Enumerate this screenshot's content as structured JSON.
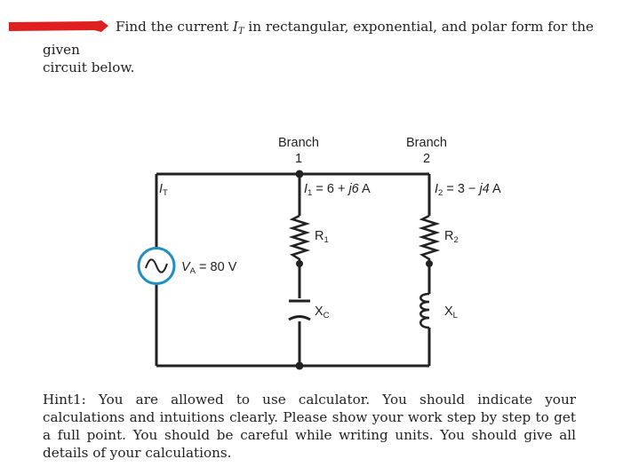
{
  "problem": {
    "text_before": "Find the current ",
    "current_symbol": "I",
    "current_sub": "T",
    "text_after": " in rectangular, exponential, and polar form for the given",
    "line2": "circuit below."
  },
  "circuit": {
    "branch1": {
      "title": "Branch",
      "number": "1"
    },
    "branch2": {
      "title": "Branch",
      "number": "2"
    },
    "it_label": {
      "symbol": "I",
      "sub": "T"
    },
    "i1_label": {
      "symbol": "I",
      "sub": "1",
      "expr": " = 6 + ",
      "imag": "j6",
      "unit": " A"
    },
    "i2_label": {
      "symbol": "I",
      "sub": "2",
      "expr": " = 3 − ",
      "imag": "j4",
      "unit": " A"
    },
    "source_label": {
      "symbol": "V",
      "sub": "A",
      "value": " = 80 V"
    },
    "r1_label": {
      "symbol": "R",
      "sub": "1"
    },
    "xc_label": {
      "symbol": "X",
      "sub": "C"
    },
    "r2_label": {
      "symbol": "R",
      "sub": "2"
    },
    "xl_label": {
      "symbol": "X",
      "sub": "L"
    },
    "colors": {
      "wire": "#222222",
      "source_ring": "#1f8fc1"
    },
    "icons": {
      "source": "ac-source-icon",
      "resistor": "resistor-icon",
      "capacitor": "capacitor-icon",
      "inductor": "inductor-icon"
    }
  },
  "hint": {
    "text": "Hint1: You are allowed to use calculator. You should indicate your calculations and intuitions clearly. Please show your work step by step to get a full point. You should be careful while writing units. You should give all details of your calculations."
  }
}
